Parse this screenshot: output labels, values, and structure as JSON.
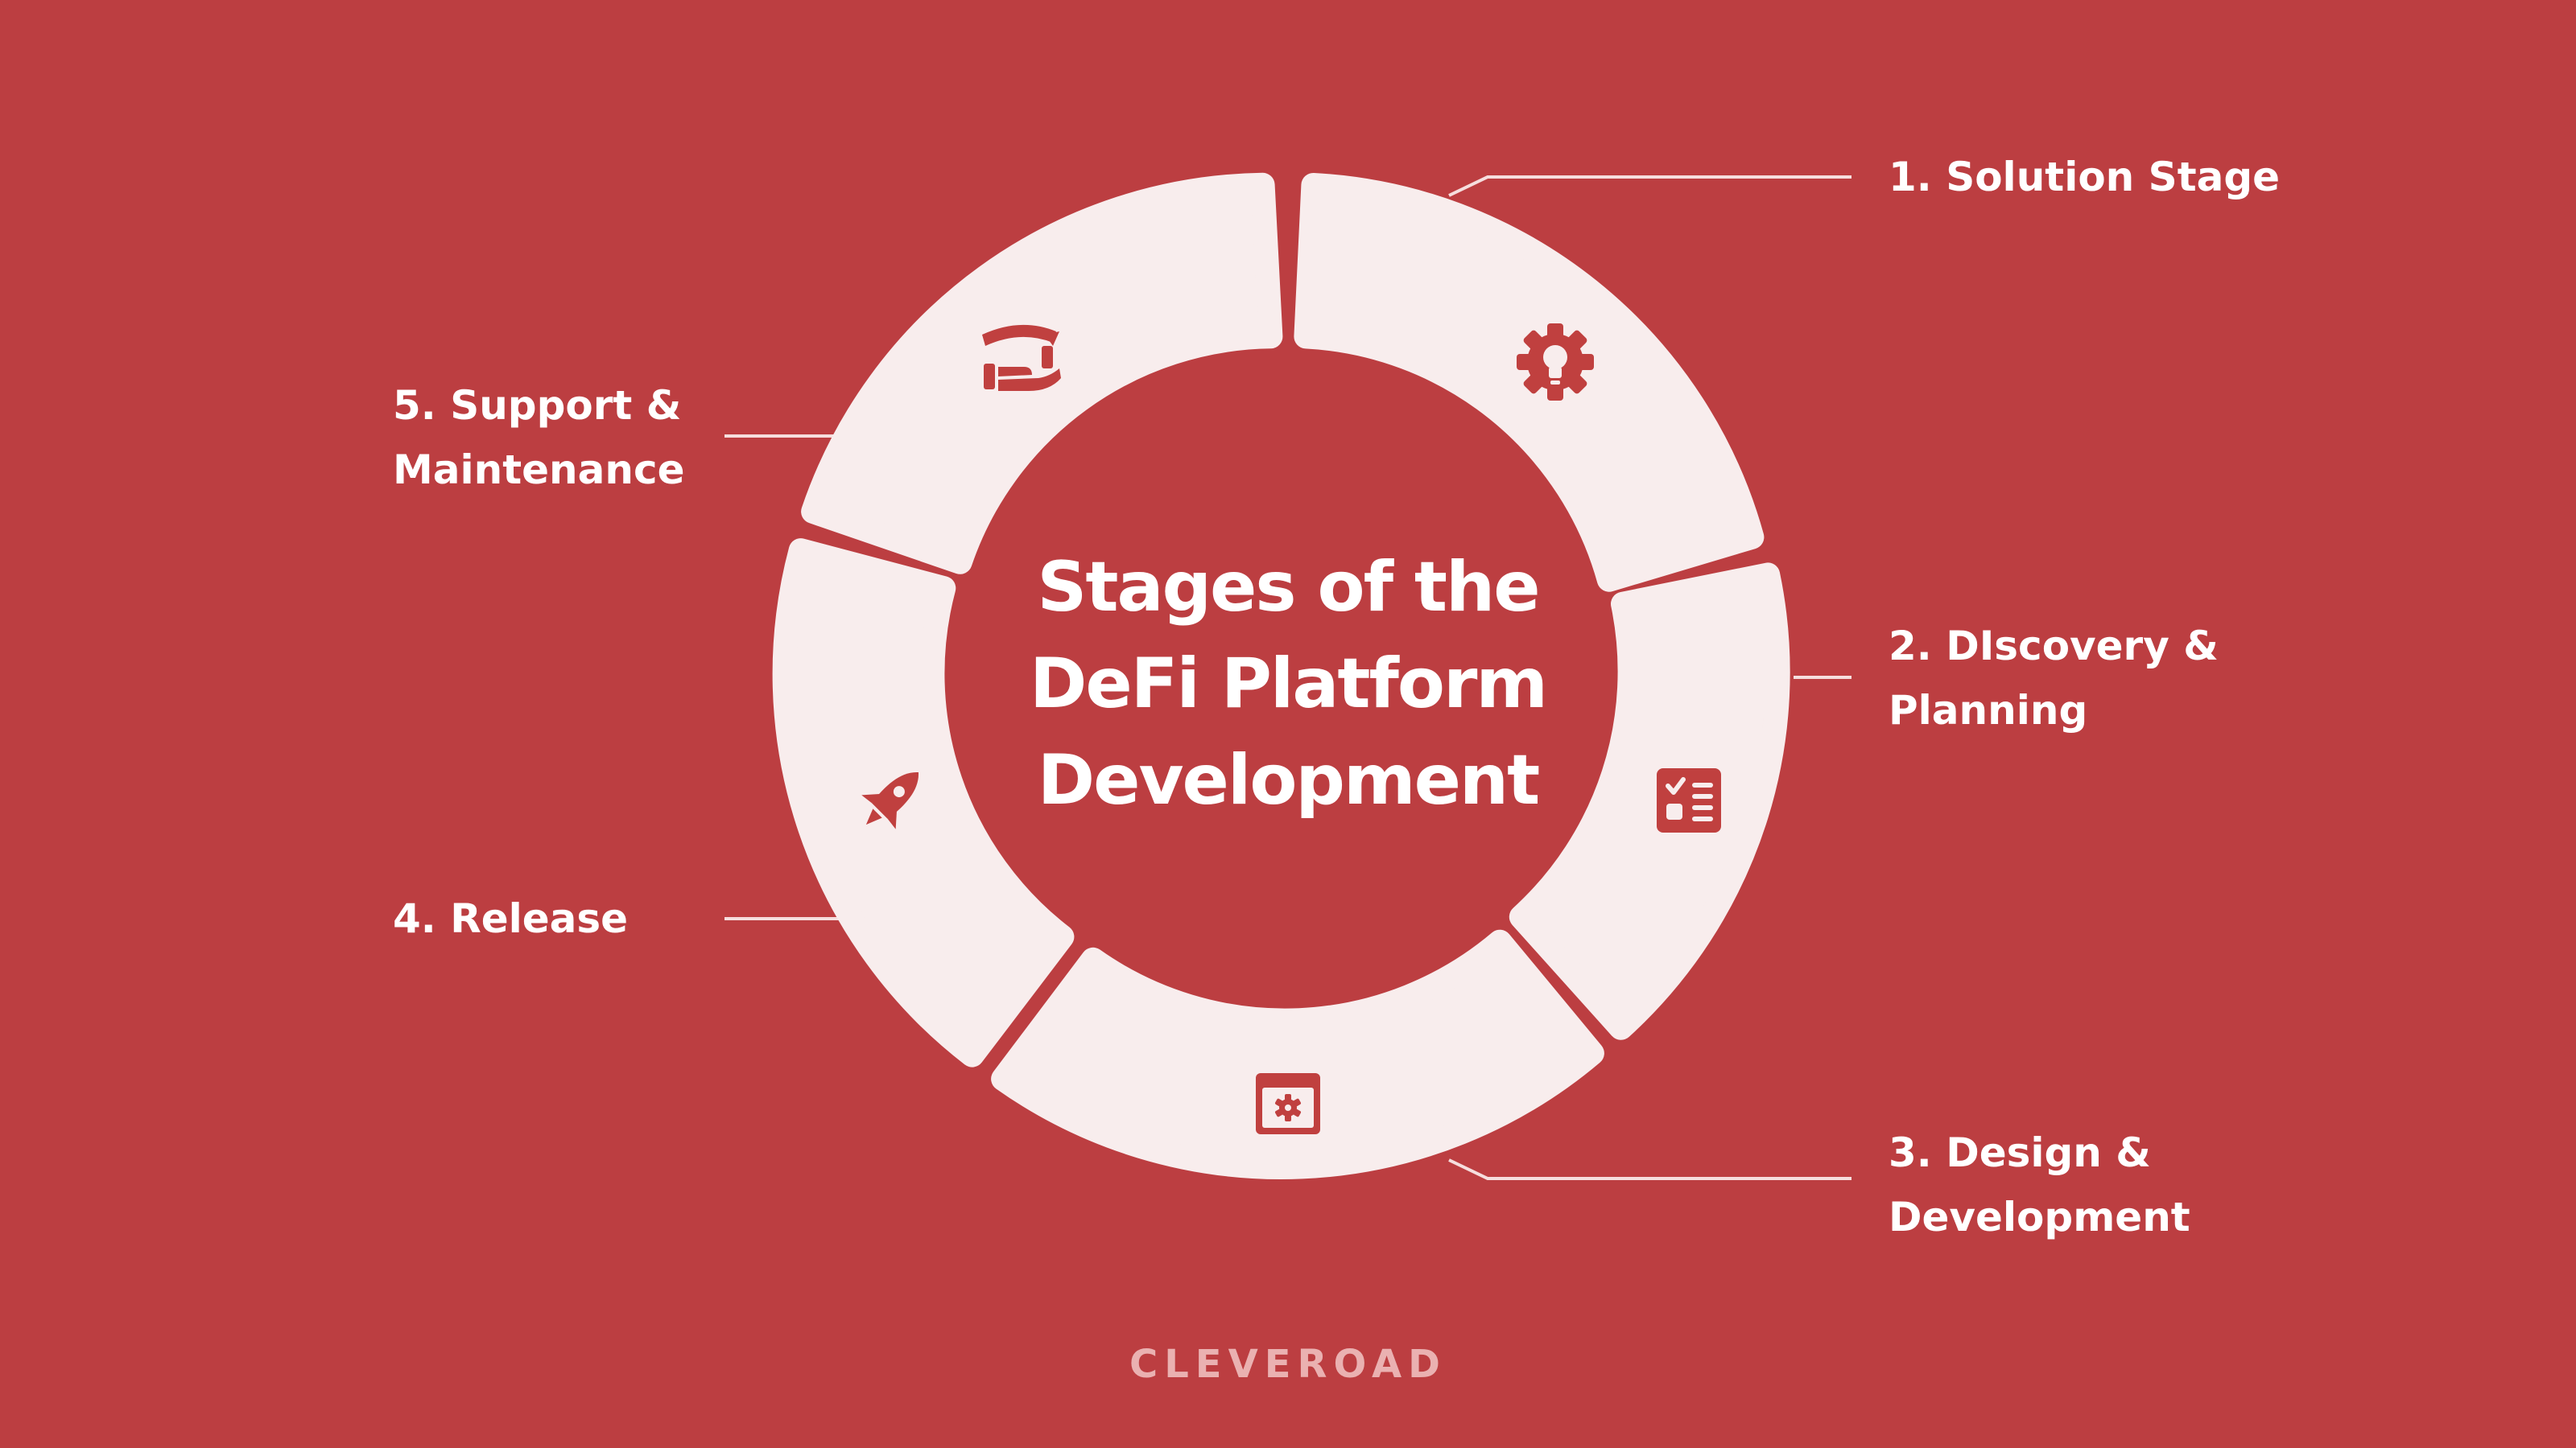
{
  "diagram": {
    "title_lines": [
      "Stages of the",
      "DeFi Platform",
      "Development"
    ],
    "stages": [
      {
        "lines": [
          "1. Solution Stage"
        ],
        "icon": "lightbulb-gear-icon"
      },
      {
        "lines": [
          "2. DIscovery &",
          "Planning"
        ],
        "icon": "checklist-icon"
      },
      {
        "lines": [
          "3. Design &",
          "Development"
        ],
        "icon": "browser-gear-icon"
      },
      {
        "lines": [
          "4. Release"
        ],
        "icon": "rocket-icon"
      },
      {
        "lines": [
          "5. Support &",
          "Maintenance"
        ],
        "icon": "hand-support-icon"
      }
    ]
  },
  "brand": "CLEVEROAD",
  "colors": {
    "background": "#bc3e41",
    "segment": "#f8eded",
    "icon": "#c0403f",
    "text": "#ffffff",
    "brand": "#eab1b1"
  }
}
